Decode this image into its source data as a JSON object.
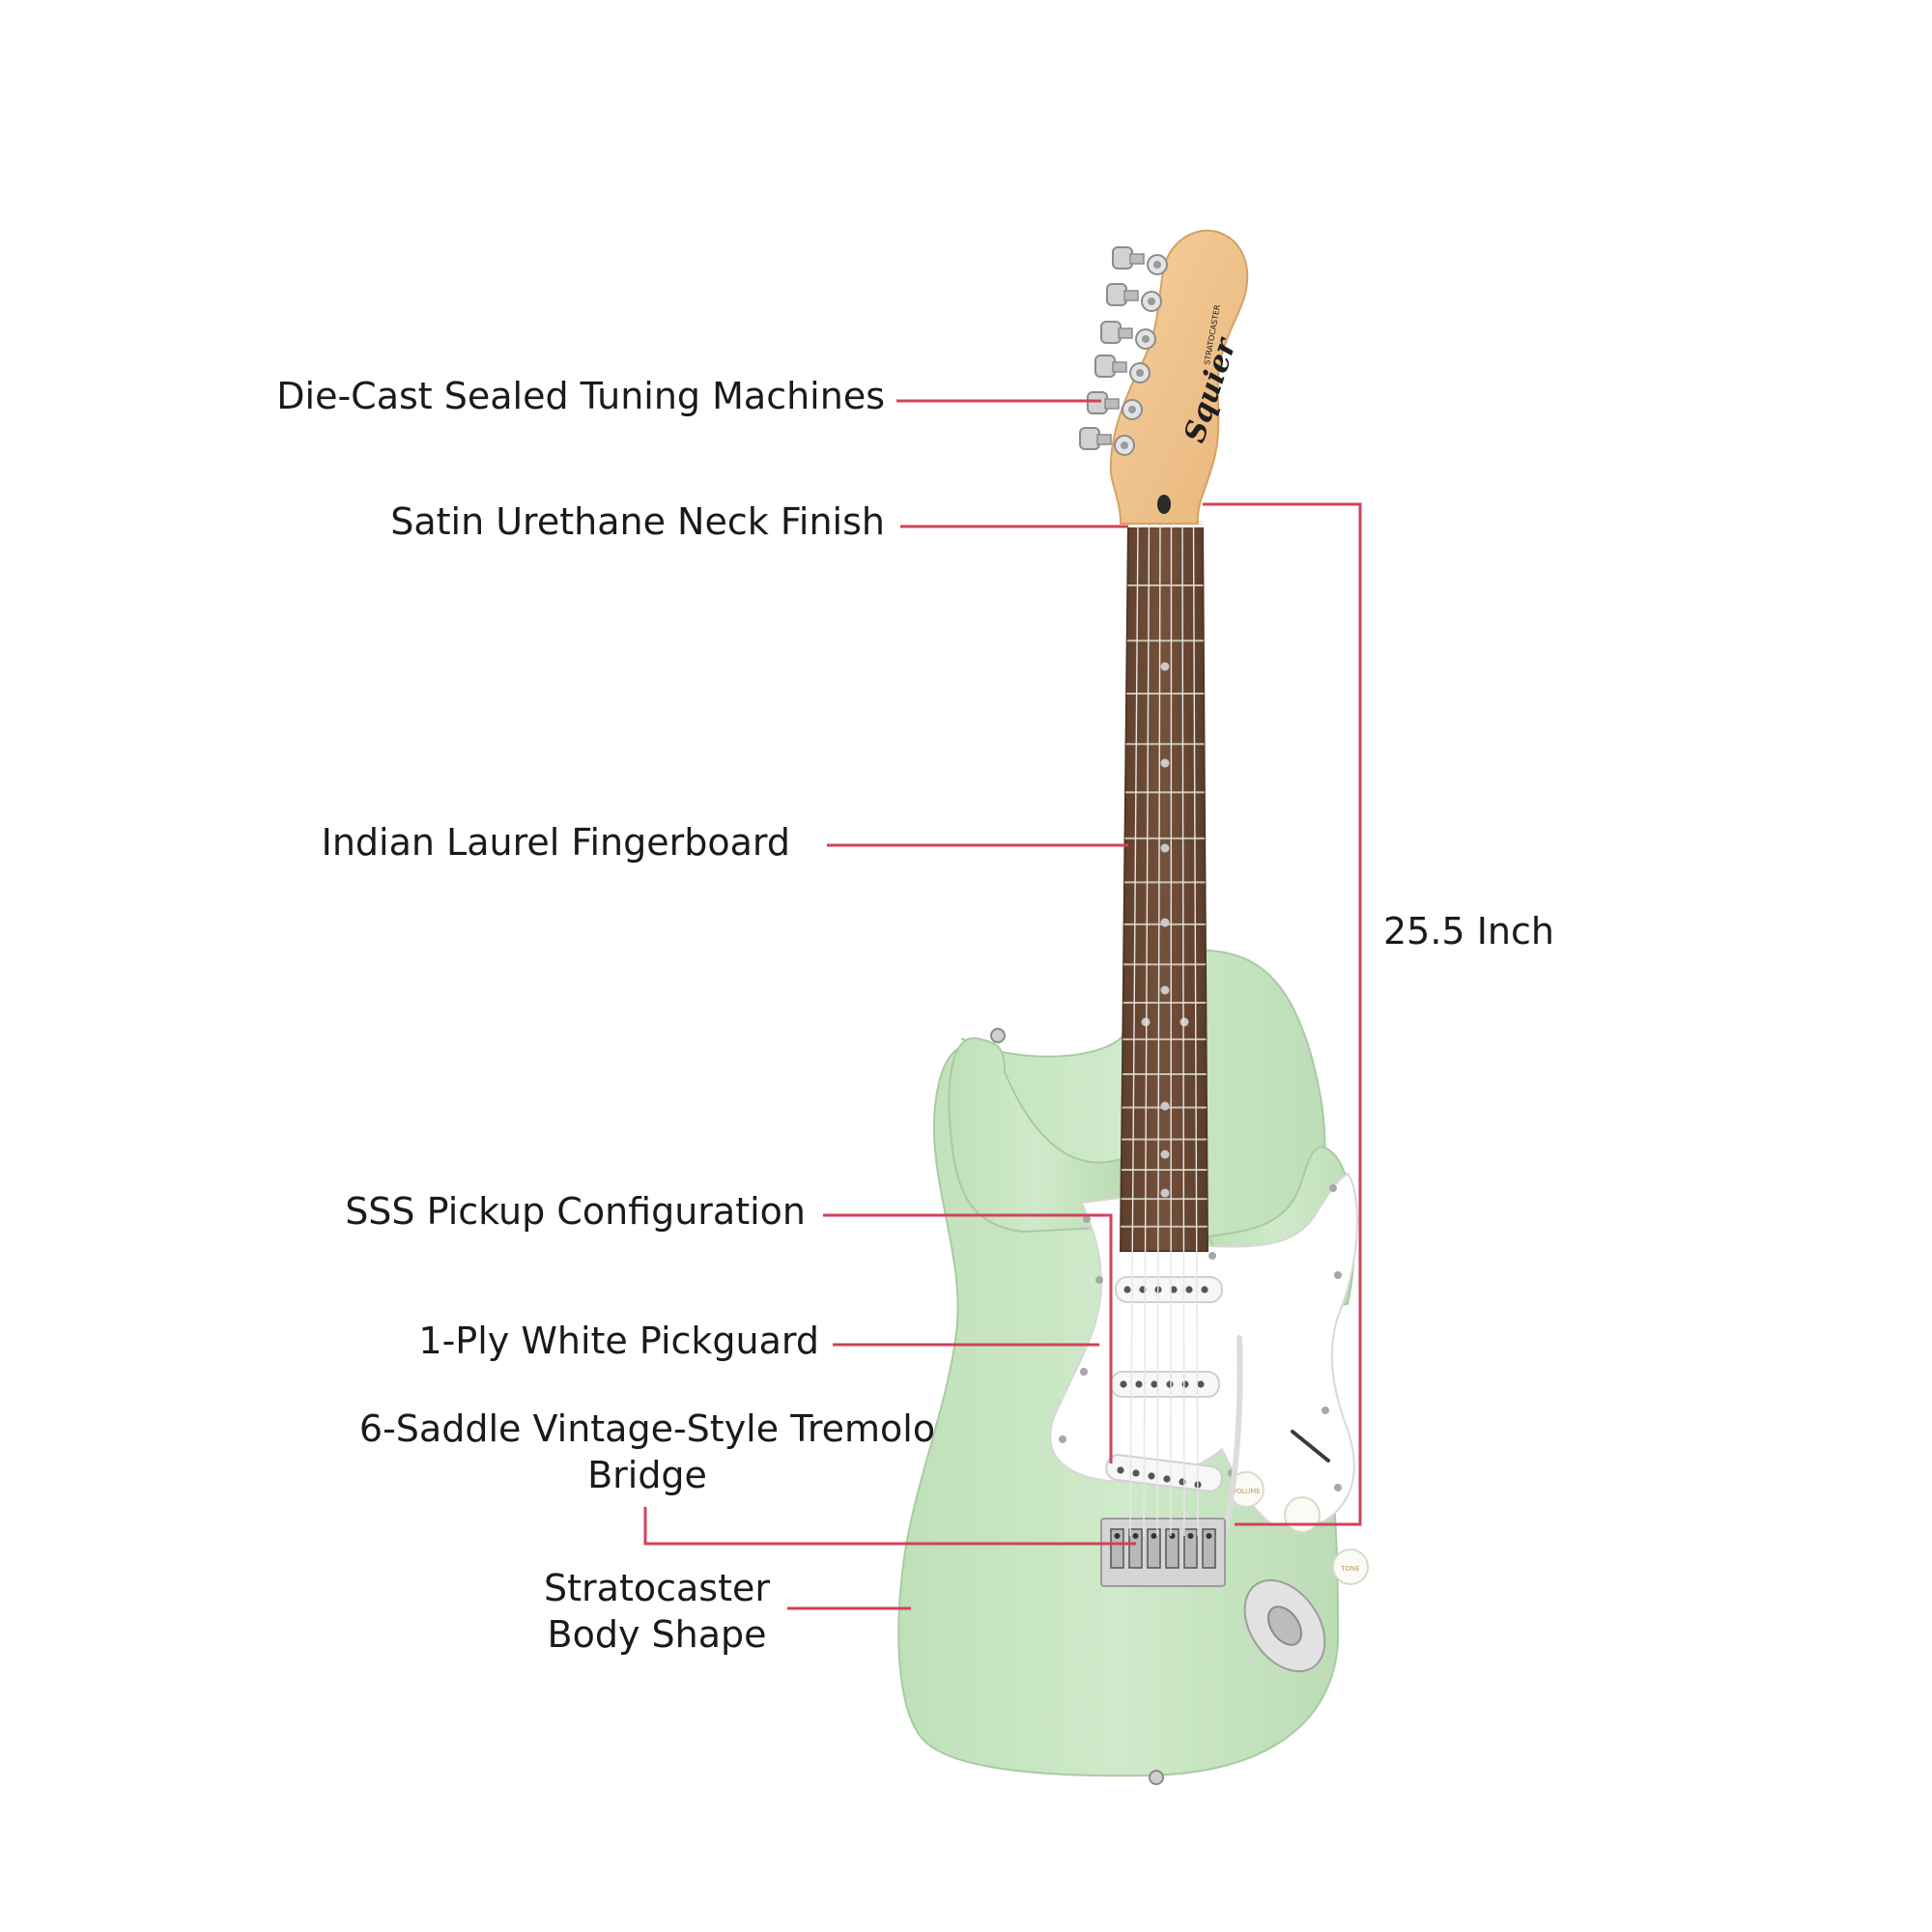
{
  "brand": {
    "logo_text": "Squier",
    "model_text": "STRATOCASTER",
    "volume_knob_text": "VOLUME",
    "tone_knob_text": "TONE"
  },
  "colors": {
    "body": "#c7e6c2",
    "pickguard": "#ffffff",
    "fingerboard": "#6b4a36",
    "headstock": "#f0c48e",
    "callout_line": "#d1425a"
  },
  "callouts": {
    "tuners": "Die-Cast Sealed Tuning Machines",
    "neck_finish": "Satin Urethane Neck Finish",
    "fingerboard": "Indian Laurel Fingerboard",
    "pickups": "SSS Pickup Configuration",
    "pickguard": "1-Ply White Pickguard",
    "bridge_line1": "6-Saddle Vintage-Style Tremolo",
    "bridge_line2": "Bridge",
    "body_line1": "Stratocaster",
    "body_line2": "Body Shape",
    "scale_length": "25.5 Inch"
  }
}
